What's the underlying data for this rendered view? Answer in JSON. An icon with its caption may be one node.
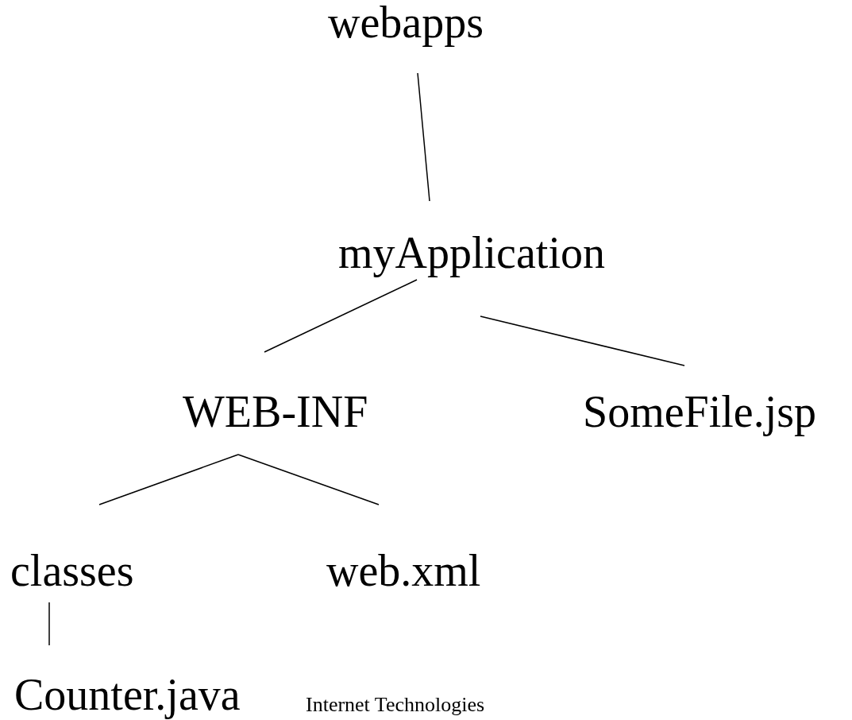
{
  "diagram": {
    "nodes": [
      {
        "text": [
          "webapps"
        ]
      },
      {
        "text": [
          "myApplication"
        ]
      },
      {
        "text": [
          "WEB-INF"
        ]
      },
      {
        "text": [
          "SomeFile.jsp"
        ]
      },
      {
        "text": [
          "classes"
        ]
      },
      {
        "text": [
          "web.xml"
        ]
      },
      {
        "text": [
          "Counter.java"
        ]
      }
    ],
    "edges": [
      {
        "from": 0,
        "to": 1,
        "arrow": "none"
      },
      {
        "from": 1,
        "to": 2,
        "arrow": "none"
      },
      {
        "from": 1,
        "to": 3,
        "arrow": "none"
      },
      {
        "from": 2,
        "to": 4,
        "arrow": "none"
      },
      {
        "from": 2,
        "to": 5,
        "arrow": "none"
      },
      {
        "from": 4,
        "to": 6,
        "arrow": "none"
      }
    ],
    "labels": [
      "Internet Technologies"
    ]
  }
}
